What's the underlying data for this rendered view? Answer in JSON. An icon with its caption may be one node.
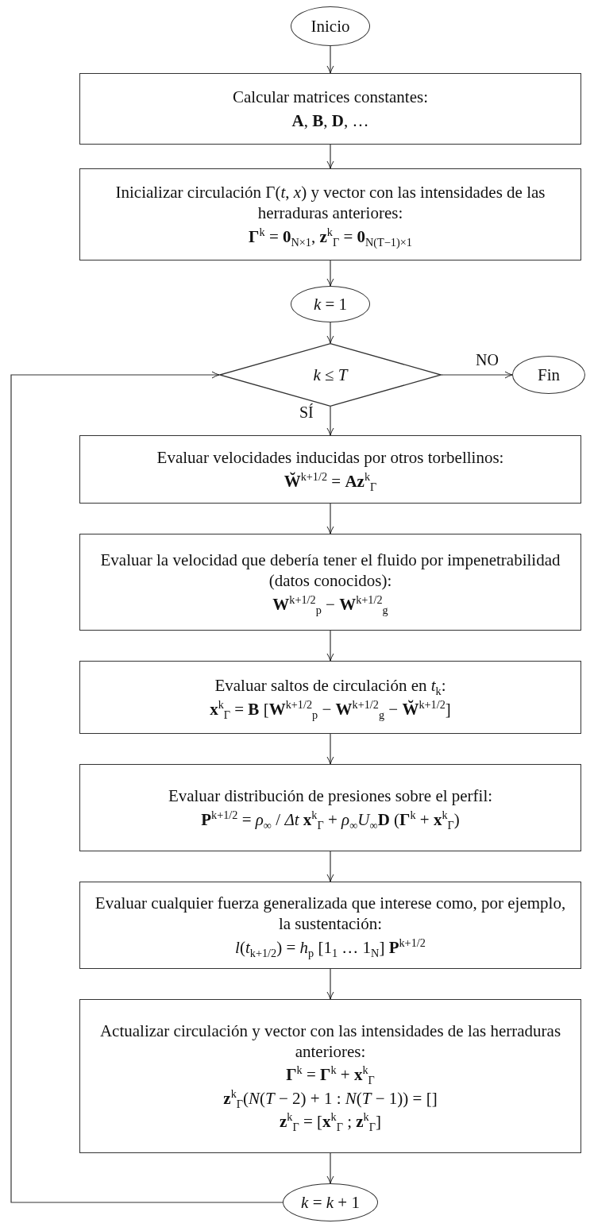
{
  "diagram": {
    "nodes": [
      {
        "text": [
          "Inicio"
        ]
      },
      {
        "text": [
          "Calcular matrices constantes:",
          "**A**, **B**, **D**, …"
        ]
      },
      {
        "text": [
          "Inicializar circulación Γ(*t*, *x*) y vector con las intensidades de las herraduras anteriores:",
          "**Γ**$^{k}$ = **0**$_{N×1}$, **z**$^{k}$$_{Γ}$ = **0**$_{N(T−1)×1}$"
        ]
      },
      {
        "text": [
          "*k* = 1"
        ]
      },
      {
        "text": [
          "*k* ≤ *T*"
        ]
      },
      {
        "text": [
          "Fin"
        ]
      },
      {
        "text": [
          "Evaluar velocidades inducidas por otros torbellinos:",
          "**W̆**$^{k+1/2}$ = **Az**$^{k}$$_{Γ}$"
        ]
      },
      {
        "text": [
          "Evaluar la velocidad que debería tener el fluido por impenetrabilidad (datos conocidos):",
          "**W**$^{k+1/2}$$_{p}$ − **W**$^{k+1/2}$$_{g}$"
        ]
      },
      {
        "text": [
          "Evaluar saltos de circulación en *t*$_{k}$:",
          "**x**$^{k}$$_{Γ}$ = **B** [**W**$^{k+1/2}$$_{p}$ − **W**$^{k+1/2}$$_{g}$ − **W̆**$^{k+1/2}$]"
        ]
      },
      {
        "text": [
          "Evaluar distribución de presiones sobre el perfil:",
          "**P**$^{k+1/2}$ = *ρ*$_{∞}$ / *Δt* **x**$^{k}$$_{Γ}$ + *ρ*$_{∞}$*U*$_{∞}$**D** (**Γ**$^{k}$ + **x**$^{k}$$_{Γ}$)"
        ]
      },
      {
        "text": [
          "Evaluar cualquier fuerza generalizada que interese como, por ejemplo, la sustentación:",
          "*l*(*t*$_{k+1/2}$) = *h*$_{p}$ [1$_{1}$ … 1$_{N}$] **P**$^{k+1/2}$"
        ]
      },
      {
        "text": [
          "Actualizar circulación y vector con las intensidades de las herraduras anteriores:",
          "**Γ**$^{k}$ = **Γ**$^{k}$ + **x**$^{k}$$_{Γ}$",
          "**z**$^{k}$$_{Γ}$(*N*(*T* − 2) + 1 : *N*(*T* − 1)) = []",
          "**z**$^{k}$$_{Γ}$ = [**x**$^{k}$$_{Γ}$ ; **z**$^{k}$$_{Γ}$]"
        ]
      },
      {
        "text": [
          "*k* = *k* + 1"
        ]
      }
    ],
    "edges": [
      {
        "from": 0,
        "to": 1,
        "arrow": "to"
      },
      {
        "from": 1,
        "to": 2,
        "arrow": "to"
      },
      {
        "from": 2,
        "to": 3,
        "arrow": "to"
      },
      {
        "from": 3,
        "to": 4,
        "arrow": "to"
      },
      {
        "from": 4,
        "to": 5,
        "arrow": "to",
        "label": "NO"
      },
      {
        "from": 4,
        "to": 6,
        "arrow": "to",
        "label": "SÍ"
      },
      {
        "from": 6,
        "to": 7,
        "arrow": "to"
      },
      {
        "from": 7,
        "to": 8,
        "arrow": "to"
      },
      {
        "from": 8,
        "to": 9,
        "arrow": "to"
      },
      {
        "from": 9,
        "to": 10,
        "arrow": "to"
      },
      {
        "from": 10,
        "to": 11,
        "arrow": "to"
      },
      {
        "from": 11,
        "to": 12,
        "arrow": "to"
      },
      {
        "from": 12,
        "to": 4,
        "arrow": "to"
      }
    ]
  }
}
